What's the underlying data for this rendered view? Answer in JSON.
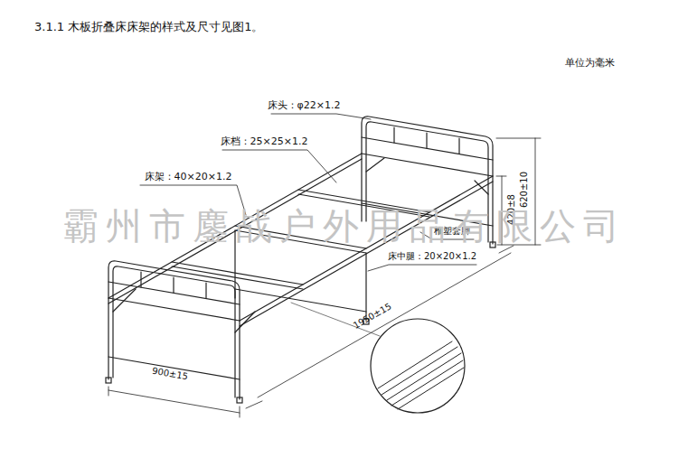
{
  "diagram": {
    "title": "3.1.1  木板折叠床床架的样式及尺寸见图1。",
    "labels": [
      "单位为毫米",
      "床头：φ22×1.2",
      "床档：25×25×1.2",
      "床架：40×20×1.2",
      "椎塑套脚",
      "床中腿：20×20×1.2",
      "420±8",
      "620±10",
      "1950±15",
      "900±15",
      "霸州市鏖战户外用品有限公司"
    ]
  }
}
